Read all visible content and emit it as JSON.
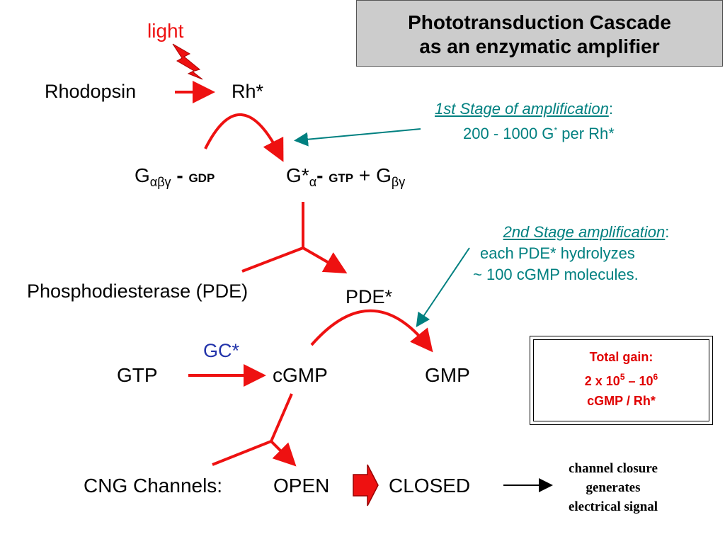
{
  "title": {
    "line1": "Phototransduction Cascade",
    "line2": "as an enzymatic amplifier"
  },
  "light": "light",
  "rhodopsin": "Rhodopsin",
  "rh_star": "Rh*",
  "g_protein": {
    "g": "G",
    "sub": "αβγ",
    "dash": " - ",
    "gdp": "GDP"
  },
  "g_active": {
    "g": "G*",
    "sub": "α",
    "dash": "- ",
    "gtp": "GTP",
    "plus": " + ",
    "g2": "G",
    "sub2": "βγ"
  },
  "pde": "Phosphodiesterase (PDE)",
  "pde_star": "PDE*",
  "gc_star": "GC*",
  "gtp": "GTP",
  "cgmp": "cGMP",
  "gmp": "GMP",
  "cng_label": "CNG Channels:",
  "open": "OPEN",
  "closed": "CLOSED",
  "stage1": {
    "heading": "1st Stage of amplification",
    "colon": ":",
    "line2a": "200 - 1000 G",
    "sup": "*",
    "line2b": " per Rh*"
  },
  "stage2": {
    "heading": "2nd Stage amplification",
    "colon": ":",
    "line2": "each PDE*  hydrolyzes",
    "line3": "~ 100 cGMP molecules."
  },
  "gain": {
    "line1": "Total gain:",
    "line2a": "2 x 10",
    "sup1": "5",
    "line2b": " – 10",
    "sup2": "6",
    "line3": "cGMP / Rh*"
  },
  "signal": {
    "line1": "channel closure",
    "line2": "generates",
    "line3": "electrical signal"
  },
  "colors": {
    "arrow_red": "#ee1111",
    "teal": "#008080",
    "title_bg": "#cccccc",
    "gc_blue": "#2233aa"
  }
}
